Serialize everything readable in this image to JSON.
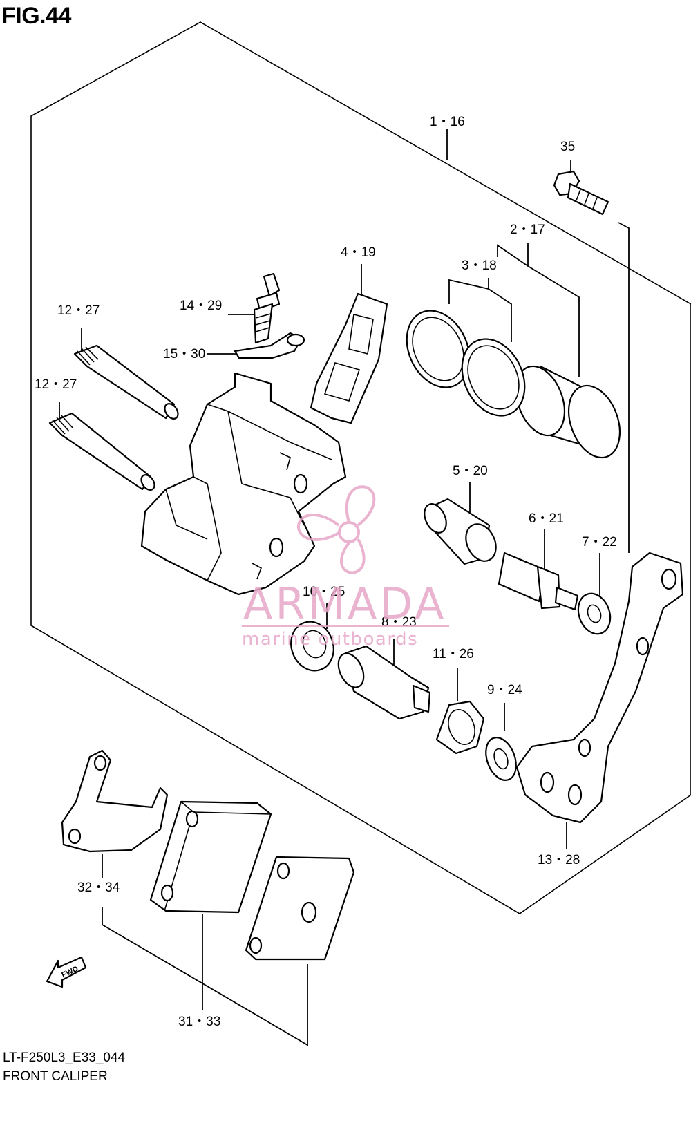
{
  "figure": {
    "title": "FIG.44",
    "code": "LT-F250L3_E33_044",
    "caption": "FRONT CALIPER"
  },
  "parts": [
    {
      "id": "p1",
      "label": "1・16"
    },
    {
      "id": "p35",
      "label": "35"
    },
    {
      "id": "p2",
      "label": "2・17"
    },
    {
      "id": "p3",
      "label": "3・18"
    },
    {
      "id": "p4",
      "label": "4・19"
    },
    {
      "id": "p14",
      "label": "14・29"
    },
    {
      "id": "p15",
      "label": "15・30"
    },
    {
      "id": "p12a",
      "label": "12・27"
    },
    {
      "id": "p12b",
      "label": "12・27"
    },
    {
      "id": "p5",
      "label": "5・20"
    },
    {
      "id": "p6",
      "label": "6・21"
    },
    {
      "id": "p7",
      "label": "7・22"
    },
    {
      "id": "p10",
      "label": "10・25"
    },
    {
      "id": "p8",
      "label": "8・23"
    },
    {
      "id": "p11",
      "label": "11・26"
    },
    {
      "id": "p9",
      "label": "9・24"
    },
    {
      "id": "p13",
      "label": "13・28"
    },
    {
      "id": "p32",
      "label": "32・34"
    },
    {
      "id": "p31",
      "label": "31・33"
    }
  ],
  "arrow": {
    "label": "FWD"
  },
  "watermark": {
    "brand": "ARMADA",
    "tagline": "marine outboards",
    "color": "#e7a6c8"
  }
}
